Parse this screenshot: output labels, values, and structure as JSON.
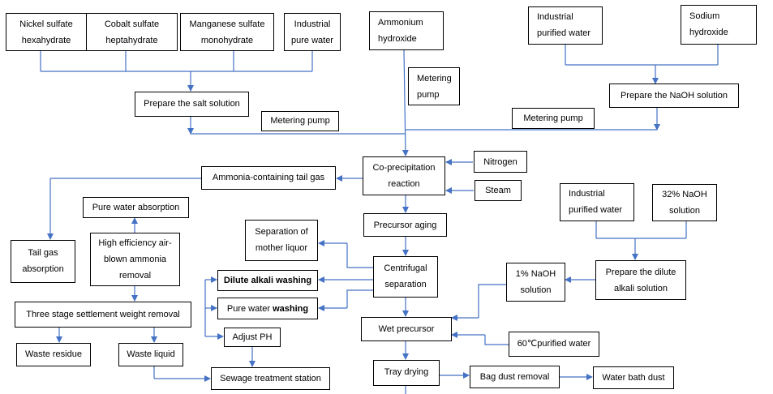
{
  "diagram": {
    "colors": {
      "line": "#4472C4",
      "border": "#000000"
    },
    "nodes": {
      "nickel_sulfate": "Nickel sulfate\nhexahydrate",
      "cobalt_sulfate": "Cobalt sulfate\nheptahydrate",
      "manganese_sulfate": "Manganese sulfate\nmonohydrate",
      "industrial_pure_water": "Industrial\npure water",
      "ammonium_hydroxide": "Ammonium\nhydroxide",
      "industrial_purified_water_top": "Industrial\npurified water",
      "sodium_hydroxide": "Sodium\nhydroxide",
      "metering_pump_vertical": "Metering\npump",
      "prepare_salt_solution": "Prepare the salt solution",
      "prepare_naoh_solution": "Prepare the NaOH solution",
      "metering_pump_left": "Metering pump",
      "metering_pump_right": "Metering pump",
      "coprecipitation_reaction": "Co-precipitation\nreaction",
      "nitrogen": "Nitrogen",
      "steam": "Steam",
      "ammonia_tail_gas": "Ammonia-containing tail gas",
      "pure_water_absorption": "Pure water absorption",
      "tail_gas_absorption": "Tail gas\nabsorption",
      "high_efficiency_removal": "High efficiency air-\nblown ammonia\nremoval",
      "separation_mother_liquor": "Separation of\nmother liquor",
      "precursor_aging": "Precursor aging",
      "industrial_purified_water_right": "Industrial\npurified water",
      "naoh_32": "32% NaOH\nsolution",
      "centrifugal_separation": "Centrifugal\nseparation",
      "dilute_alkali_washing": "Dilute alkali washing",
      "naoh_1": "1% NaOH\nsolution",
      "prepare_dilute_alkali": "Prepare the dilute\nalkali solution",
      "pure_water_washing_a": "Pure water ",
      "pure_water_washing_b": "washing",
      "three_stage_settlement": "Three stage settlement weight removal",
      "wet_precursor": "Wet precursor",
      "waste_residue": "Waste residue",
      "waste_liquid": "Waste liquid",
      "adjust_ph": "Adjust PH",
      "purified_water_60c": "60℃purified water",
      "tray_drying": "Tray drying",
      "bag_dust_removal": "Bag dust removal",
      "water_bath_dust": "Water bath  dust",
      "sewage_treatment_station": "Sewage treatment station"
    }
  }
}
